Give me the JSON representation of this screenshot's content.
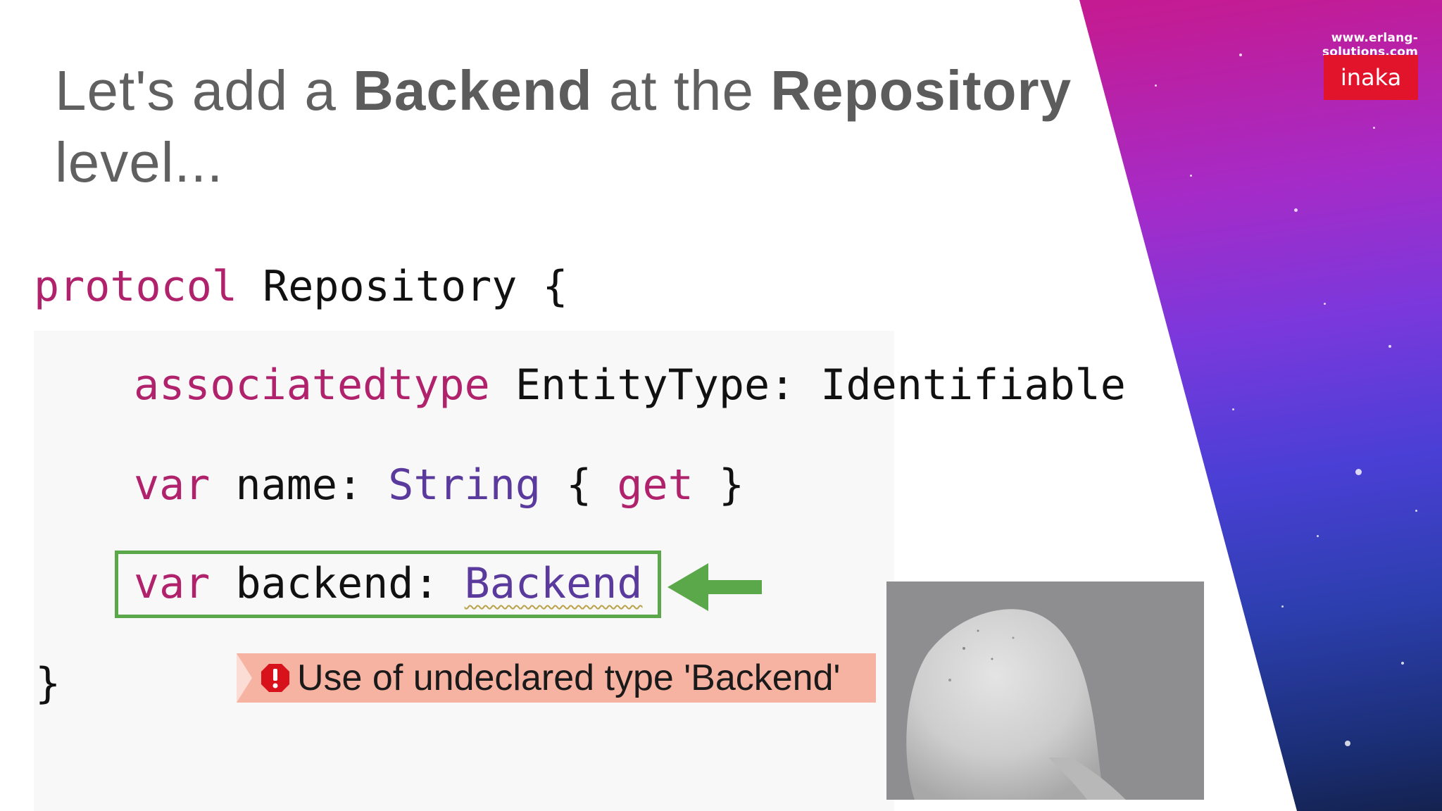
{
  "header": {
    "site_url": "www.erlang-solutions.com",
    "logo_text": "inaka"
  },
  "title": {
    "part1": "Let's add a ",
    "bold1": "Backend",
    "part2": " at the ",
    "bold2": "Repository",
    "part3": "level..."
  },
  "code": {
    "line1": {
      "keyword": "protocol",
      "rest": " Repository {"
    },
    "line2": {
      "keyword": "associatedtype",
      "rest": " EntityType: Identifiable"
    },
    "line3": {
      "keyword": "var",
      "name": " name: ",
      "type": "String",
      "open": " { ",
      "get": "get",
      "close": " }"
    },
    "line4": {
      "keyword": "var",
      "name": " backend: ",
      "type": "Backend"
    },
    "line5": {
      "text": "}"
    }
  },
  "error": {
    "message": "Use of undeclared type 'Backend'"
  },
  "colors": {
    "keyword": "#b0226c",
    "type": "#5b3a9e",
    "highlight_box": "#5aa84a",
    "error_banner": "#f6b3a2",
    "logo_bg": "#e2142c"
  },
  "icons": [
    "error-icon",
    "left-arrow-icon"
  ]
}
